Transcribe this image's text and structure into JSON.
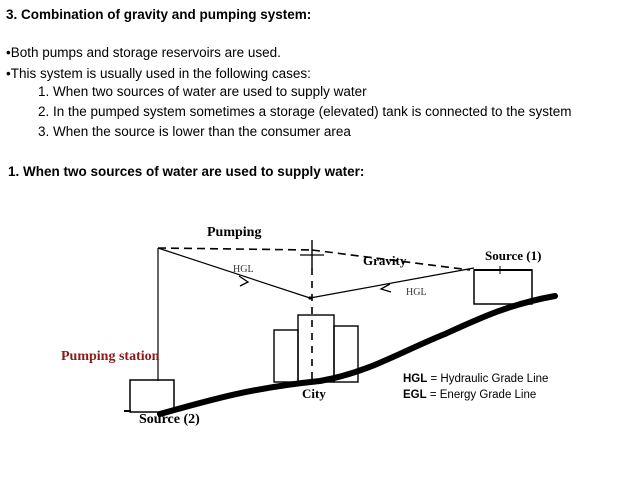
{
  "slide": {
    "heading": "3. Combination of gravity and pumping system:",
    "bullets": [
      "•Both pumps and storage reservoirs are used.",
      "•This system is usually used in the following cases:"
    ],
    "cases": [
      "1. When two sources of water are used to supply water",
      "2. In the pumped system sometimes a storage (elevated) tank is connected to the system",
      "3. When the source is lower than the consumer area"
    ],
    "subheading": "1. When two sources of water are used to supply water:"
  },
  "diagram": {
    "labels": {
      "pumping": "Pumping",
      "gravity": "Gravity",
      "source1": "Source (1)",
      "source2": "Source (2)",
      "hgl_left": "HGL",
      "hgl_right": "HGL",
      "pumping_station": "Pumping station",
      "city": "City"
    },
    "legend": [
      {
        "abbr": "HGL",
        "text": " = Hydraulic Grade Line"
      },
      {
        "abbr": "EGL",
        "text": " = Energy Grade Line"
      }
    ],
    "colors": {
      "pumping_station": "#8b1a1a",
      "line": "#000000"
    }
  }
}
